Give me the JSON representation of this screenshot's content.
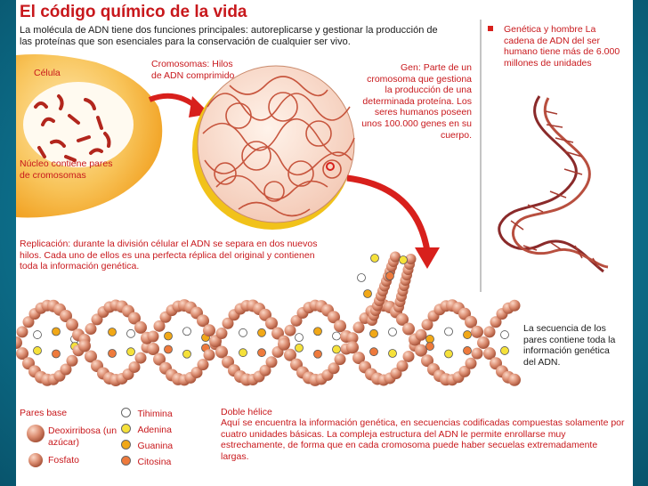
{
  "title": "El código químico de la vida",
  "intro": "La molécula de ADN tiene dos funciones principales: autoreplicarse y gestionar la producción de las proteínas que son esenciales para la conservación de cualquier ser vivo.",
  "labels": {
    "celula": "Célula",
    "nucleo": "Núcleo contiene pares de cromosomas",
    "cromosomas": "Cromosomas: Hilos de ADN comprimido",
    "gen": "Gen: Parte de un cromosoma que gestiona la producción de una determinada proteína. Los seres humanos poseen unos 100.000 genes en su cuerpo.",
    "genetica": "Genética y hombre La cadena de ADN del ser humano tiene más de 6.000 millones de unidades",
    "replicacion": "Replicación: durante la división célular el ADN se separa en dos nuevos hilos. Cada uno de ellos es una perfecta réplica del original y contienen toda la información genética.",
    "secuencia": "La secuencia de los pares contiene toda la información genética del ADN.",
    "pares_base": "Pares base",
    "desoxirribosa": "Deoxirribosa (un azúcar)",
    "fosfato": "Fosfato",
    "doble_helice_title": "Doble hélice",
    "doble_helice_text": "Aquí se encuentra la información genética, en secuencias codificadas compuestas solamente por cuatro unidades básicas. La compleja estructura del ADN le permite enrollarse muy estrechamente, de forma que en cada cromosoma puede haber secuelas extremadamente largas."
  },
  "bases": [
    {
      "name": "Tihimina",
      "color": "#ffffff"
    },
    {
      "name": "Adenina",
      "color": "#f5e13a"
    },
    {
      "name": "Guanina",
      "color": "#f1a817"
    },
    {
      "name": "Citosina",
      "color": "#ee7a3c"
    }
  ],
  "colors": {
    "accent": "#c8181c",
    "bead": "#d9826a",
    "cell": "#f7b233"
  }
}
